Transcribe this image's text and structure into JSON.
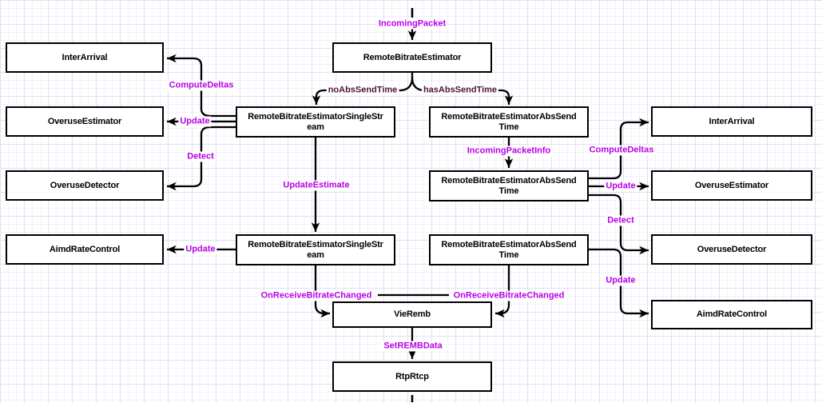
{
  "colors": {
    "label_magenta": "#B800E6",
    "label_dark": "#4D1433",
    "edge": "#000000",
    "box_border": "#000000",
    "box_fill": "#FFFFFF",
    "grid_minor": "#F3F1FA",
    "grid_major": "#E3DFF2"
  },
  "boxes": [
    {
      "id": "inter-arrival-left",
      "lines": [
        "InterArrival"
      ]
    },
    {
      "id": "overuse-estimator-left",
      "lines": [
        "OveruseEstimator"
      ]
    },
    {
      "id": "overuse-detector-left",
      "lines": [
        "OveruseDetector"
      ]
    },
    {
      "id": "aimd-rate-control-left",
      "lines": [
        "AimdRateControl"
      ]
    },
    {
      "id": "remote-bitrate-estimator",
      "lines": [
        "RemoteBitrateEstimator"
      ]
    },
    {
      "id": "rbe-single-stream-1",
      "lines": [
        "RemoteBitrateEstimatorSingleStr",
        "eam"
      ]
    },
    {
      "id": "rbe-abs-send-time-1",
      "lines": [
        "RemoteBitrateEstimatorAbsSend",
        "Time"
      ]
    },
    {
      "id": "rbe-abs-send-time-2",
      "lines": [
        "RemoteBitrateEstimatorAbsSend",
        "Time"
      ]
    },
    {
      "id": "rbe-single-stream-2",
      "lines": [
        "RemoteBitrateEstimatorSingleStr",
        "eam"
      ]
    },
    {
      "id": "rbe-abs-send-time-3",
      "lines": [
        "RemoteBitrateEstimatorAbsSend",
        "Time"
      ]
    },
    {
      "id": "inter-arrival-right",
      "lines": [
        "InterArrival"
      ]
    },
    {
      "id": "overuse-estimator-right",
      "lines": [
        "OveruseEstimator"
      ]
    },
    {
      "id": "overuse-detector-right",
      "lines": [
        "OveruseDetector"
      ]
    },
    {
      "id": "aimd-rate-control-right",
      "lines": [
        "AimdRateControl"
      ]
    },
    {
      "id": "vie-remb",
      "lines": [
        "VieRemb"
      ]
    },
    {
      "id": "rtp-rtcp",
      "lines": [
        "RtpRtcp"
      ]
    }
  ],
  "edge_labels": [
    {
      "text": "IncomingPacket"
    },
    {
      "text": "noAbsSendTime"
    },
    {
      "text": "hasAbsSendTime"
    },
    {
      "text": "ComputeDeltas"
    },
    {
      "text": "Update"
    },
    {
      "text": "Detect"
    },
    {
      "text": "UpdateEstimate"
    },
    {
      "text": "IncomingPacketInfo"
    },
    {
      "text": "ComputeDeltas"
    },
    {
      "text": "Update"
    },
    {
      "text": "Detect"
    },
    {
      "text": "Update"
    },
    {
      "text": "Update"
    },
    {
      "text": "OnReceiveBitrateChanged"
    },
    {
      "text": "OnReceiveBitrateChanged"
    },
    {
      "text": "SetREMBData"
    }
  ]
}
